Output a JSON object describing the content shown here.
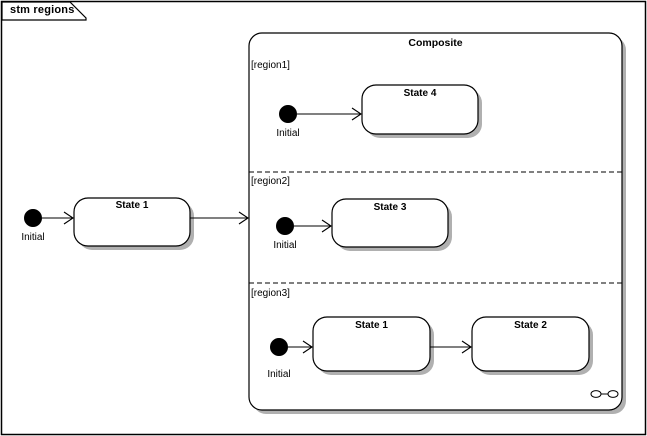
{
  "diagram": {
    "type": "uml-state-machine",
    "frame_label": "stm regions",
    "colors": {
      "stroke": "#000000",
      "fill": "#ffffff",
      "shadow": "#b0b0b0",
      "text": "#000000"
    }
  },
  "composite": {
    "title": "Composite",
    "submachine_icon": "composite-state-icon"
  },
  "regions": [
    {
      "label": "[region1]",
      "initial": {
        "label": "Initial"
      },
      "states": [
        {
          "title": "State 4"
        }
      ]
    },
    {
      "label": "[region2]",
      "initial": {
        "label": "Initial"
      },
      "states": [
        {
          "title": "State 3"
        }
      ]
    },
    {
      "label": "[region3]",
      "initial": {
        "label": "Initial"
      },
      "states": [
        {
          "title": "State 1"
        },
        {
          "title": "State 2"
        }
      ]
    }
  ],
  "top_level": {
    "initial": {
      "label": "Initial"
    },
    "states": [
      {
        "title": "State 1"
      }
    ]
  }
}
